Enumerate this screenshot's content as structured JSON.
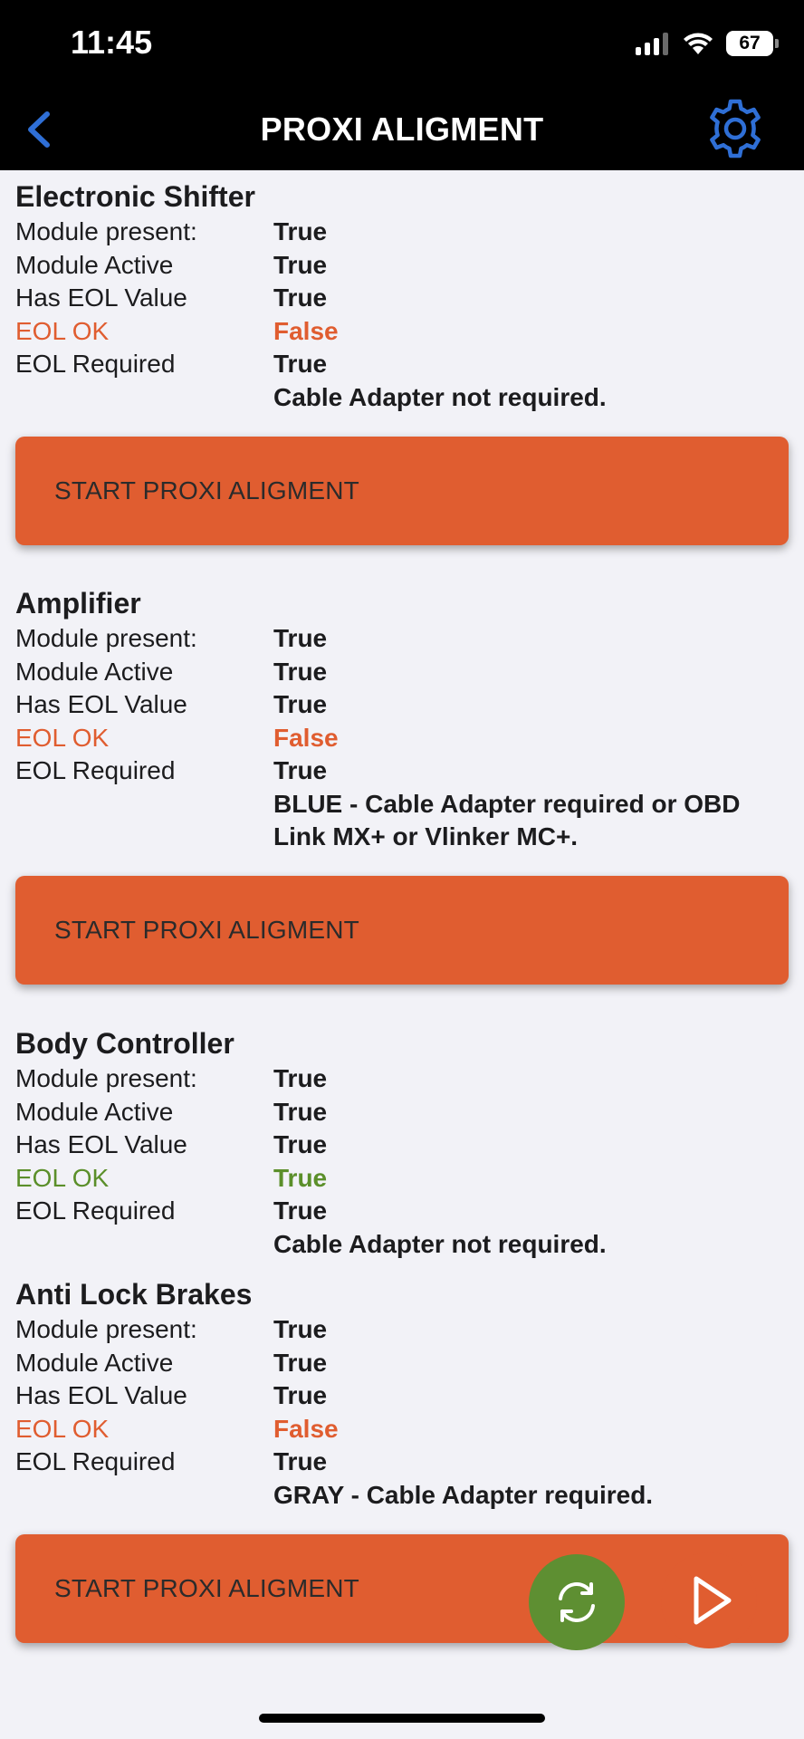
{
  "status_bar": {
    "time": "11:45",
    "battery": "67"
  },
  "nav": {
    "title": "PROXI ALIGMENT",
    "back_icon": "chevron-left-icon",
    "settings_icon": "gear-icon"
  },
  "colors": {
    "accent": "#e05d30",
    "success": "#5b8f2a",
    "nav_bg": "#000000",
    "link_blue": "#2f6fd6"
  },
  "labels": {
    "module_present": "Module present:",
    "module_active": "Module Active",
    "has_eol": "Has EOL Value",
    "eol_ok": "EOL OK",
    "eol_required": "EOL Required"
  },
  "sections": [
    {
      "title": "Electronic Shifter",
      "module_present": "True",
      "module_active": "True",
      "has_eol": "True",
      "eol_ok": "False",
      "eol_required": "True",
      "note": "Cable Adapter not required.",
      "button": "START PROXI ALIGMENT"
    },
    {
      "title": "Amplifier",
      "module_present": "True",
      "module_active": "True",
      "has_eol": "True",
      "eol_ok": "False",
      "eol_required": "True",
      "note_line1": "BLUE - Cable Adapter required or OBD",
      "note_line2": "Link MX+ or Vlinker MC+.",
      "button": "START PROXI ALIGMENT"
    },
    {
      "title": "Body Controller",
      "module_present": "True",
      "module_active": "True",
      "has_eol": "True",
      "eol_ok": "True",
      "eol_required": "True",
      "note": "Cable Adapter not required."
    },
    {
      "title": "Anti Lock Brakes",
      "module_present": "True",
      "module_active": "True",
      "has_eol": "True",
      "eol_ok": "False",
      "eol_required": "True",
      "note": "GRAY - Cable Adapter required.",
      "button": "START PROXI ALIGMENT"
    }
  ],
  "fab": {
    "refresh_icon": "refresh-icon",
    "play_icon": "play-icon"
  }
}
